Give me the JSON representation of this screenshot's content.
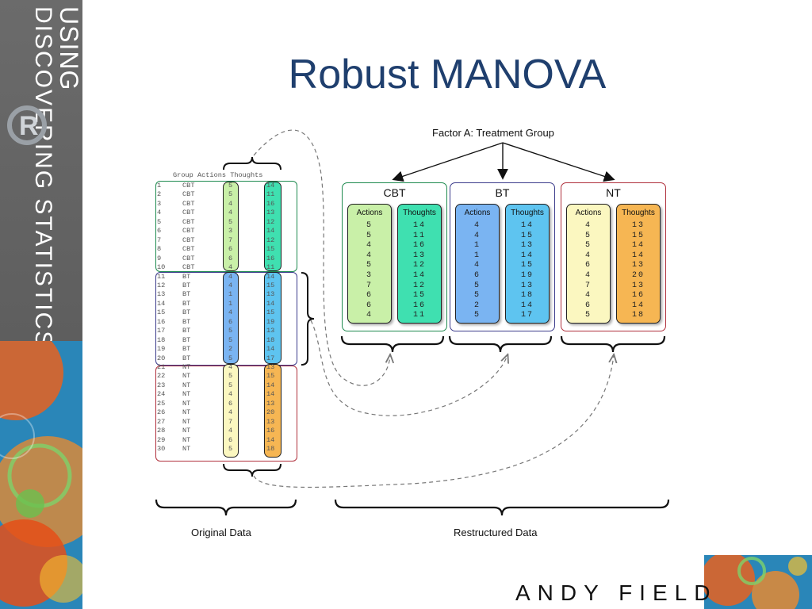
{
  "book": {
    "line1": "DISCOVERING STATISTICS",
    "line2": "USING"
  },
  "title": "Robust MANOVA",
  "factor_label": "Factor A: Treatment Group",
  "raw_header": "Group Actions Thoughts",
  "raw_rows": [
    {
      "id": "1",
      "group": "CBT",
      "actions": "5",
      "thoughts": "14"
    },
    {
      "id": "2",
      "group": "CBT",
      "actions": "5",
      "thoughts": "11"
    },
    {
      "id": "3",
      "group": "CBT",
      "actions": "4",
      "thoughts": "16"
    },
    {
      "id": "4",
      "group": "CBT",
      "actions": "4",
      "thoughts": "13"
    },
    {
      "id": "5",
      "group": "CBT",
      "actions": "5",
      "thoughts": "12"
    },
    {
      "id": "6",
      "group": "CBT",
      "actions": "3",
      "thoughts": "14"
    },
    {
      "id": "7",
      "group": "CBT",
      "actions": "7",
      "thoughts": "12"
    },
    {
      "id": "8",
      "group": "CBT",
      "actions": "6",
      "thoughts": "15"
    },
    {
      "id": "9",
      "group": "CBT",
      "actions": "6",
      "thoughts": "16"
    },
    {
      "id": "10",
      "group": "CBT",
      "actions": "4",
      "thoughts": "11"
    },
    {
      "id": "11",
      "group": "BT",
      "actions": "4",
      "thoughts": "14"
    },
    {
      "id": "12",
      "group": "BT",
      "actions": "4",
      "thoughts": "15"
    },
    {
      "id": "13",
      "group": "BT",
      "actions": "1",
      "thoughts": "13"
    },
    {
      "id": "14",
      "group": "BT",
      "actions": "1",
      "thoughts": "14"
    },
    {
      "id": "15",
      "group": "BT",
      "actions": "4",
      "thoughts": "15"
    },
    {
      "id": "16",
      "group": "BT",
      "actions": "6",
      "thoughts": "19"
    },
    {
      "id": "17",
      "group": "BT",
      "actions": "5",
      "thoughts": "13"
    },
    {
      "id": "18",
      "group": "BT",
      "actions": "5",
      "thoughts": "18"
    },
    {
      "id": "19",
      "group": "BT",
      "actions": "2",
      "thoughts": "14"
    },
    {
      "id": "20",
      "group": "BT",
      "actions": "5",
      "thoughts": "17"
    },
    {
      "id": "21",
      "group": "NT",
      "actions": "4",
      "thoughts": "13"
    },
    {
      "id": "22",
      "group": "NT",
      "actions": "5",
      "thoughts": "15"
    },
    {
      "id": "23",
      "group": "NT",
      "actions": "5",
      "thoughts": "14"
    },
    {
      "id": "24",
      "group": "NT",
      "actions": "4",
      "thoughts": "14"
    },
    {
      "id": "25",
      "group": "NT",
      "actions": "6",
      "thoughts": "13"
    },
    {
      "id": "26",
      "group": "NT",
      "actions": "4",
      "thoughts": "20"
    },
    {
      "id": "27",
      "group": "NT",
      "actions": "7",
      "thoughts": "13"
    },
    {
      "id": "28",
      "group": "NT",
      "actions": "4",
      "thoughts": "16"
    },
    {
      "id": "29",
      "group": "NT",
      "actions": "6",
      "thoughts": "14"
    },
    {
      "id": "30",
      "group": "NT",
      "actions": "5",
      "thoughts": "18"
    }
  ],
  "groups": [
    {
      "name": "CBT",
      "border": "#1e8a4f",
      "actions_color": "#c9f0a8",
      "thoughts_color": "#3fe0b0",
      "actions_label": "Actions",
      "thoughts_label": "Thoughts",
      "actions": [
        "5",
        "5",
        "4",
        "4",
        "5",
        "3",
        "7",
        "6",
        "6",
        "4"
      ],
      "thoughts": [
        "14",
        "11",
        "16",
        "13",
        "12",
        "14",
        "12",
        "15",
        "16",
        "11"
      ]
    },
    {
      "name": "BT",
      "border": "#3c3c8c",
      "actions_color": "#7ab4f2",
      "thoughts_color": "#5ec4f0",
      "actions_label": "Actions",
      "thoughts_label": "Thoughts",
      "actions": [
        "4",
        "4",
        "1",
        "1",
        "4",
        "6",
        "5",
        "5",
        "2",
        "5"
      ],
      "thoughts": [
        "14",
        "15",
        "13",
        "14",
        "15",
        "19",
        "13",
        "18",
        "14",
        "17"
      ]
    },
    {
      "name": "NT",
      "border": "#b0303c",
      "actions_color": "#fbf7c0",
      "thoughts_color": "#f6b653",
      "actions_label": "Actions",
      "thoughts_label": "Thoughts",
      "actions": [
        "4",
        "5",
        "5",
        "4",
        "6",
        "4",
        "7",
        "4",
        "6",
        "5"
      ],
      "thoughts": [
        "13",
        "15",
        "14",
        "14",
        "13",
        "20",
        "13",
        "16",
        "14",
        "18"
      ]
    }
  ],
  "original_label": "Original Data",
  "restructured_label": "Restructured Data",
  "author": "ANDY FIELD"
}
